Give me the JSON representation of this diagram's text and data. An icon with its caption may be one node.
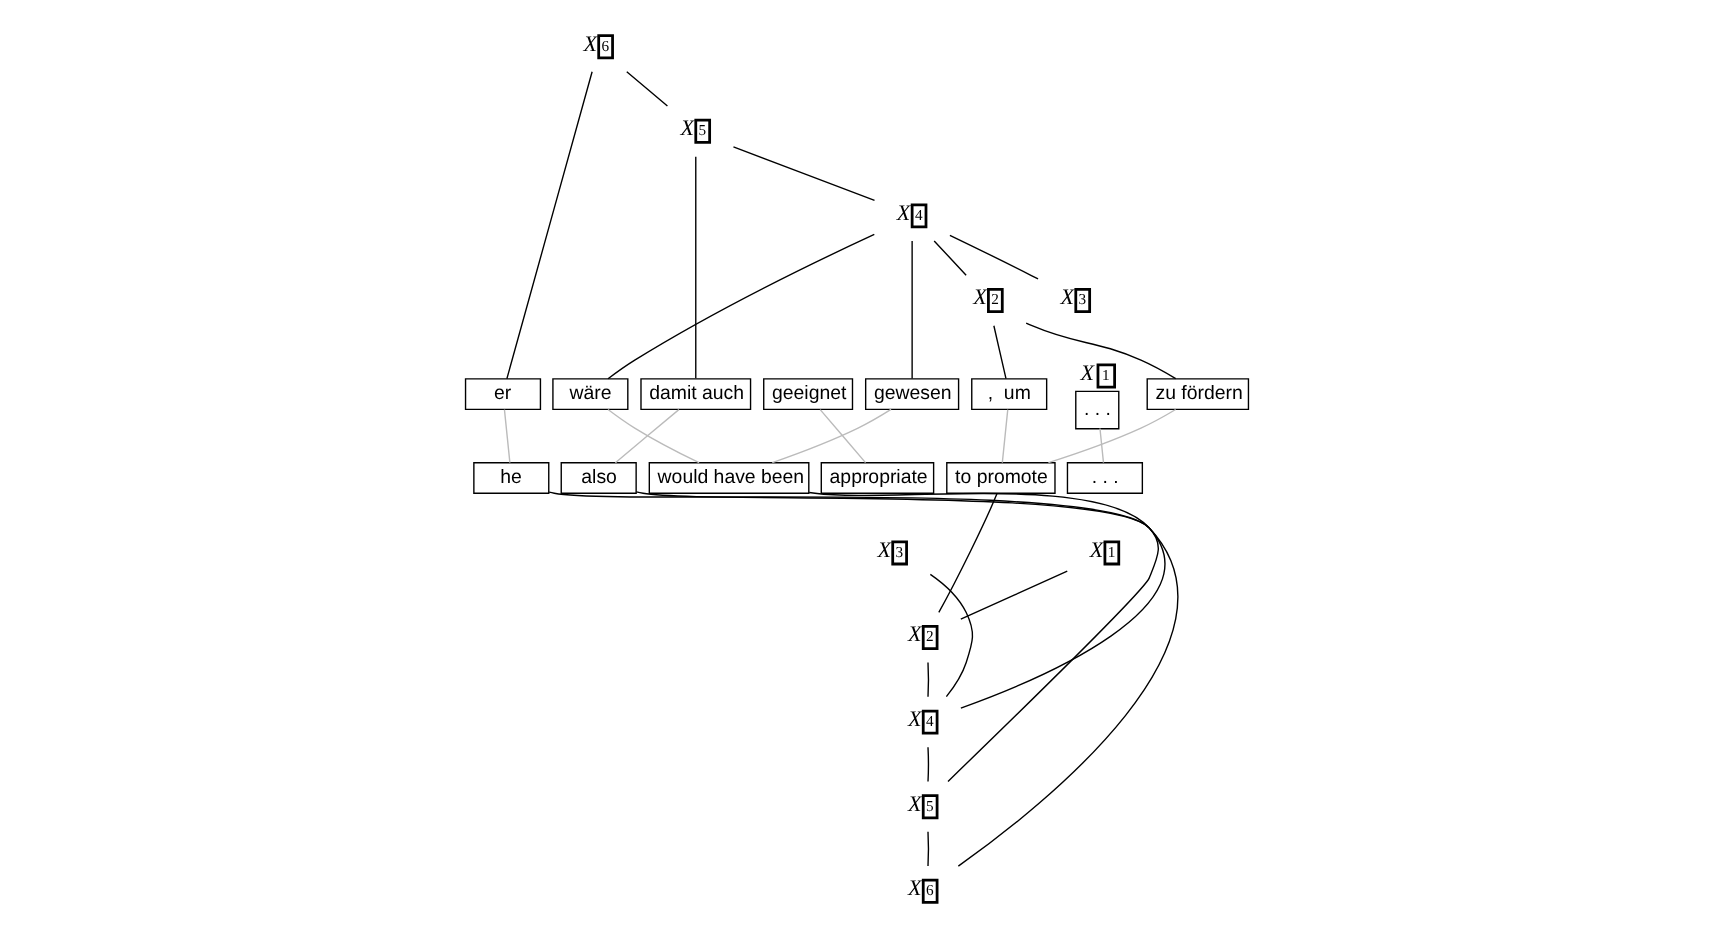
{
  "diagram": {
    "nodes": [
      {
        "text": [
          "X$_{6}$"
        ]
      },
      {
        "text": [
          "X$_{5}$"
        ]
      },
      {
        "text": [
          "X$_{4}$"
        ]
      },
      {
        "text": [
          "X$_{3}$"
        ]
      },
      {
        "text": [
          "X$_{2}$"
        ]
      },
      {
        "text": [
          "er"
        ]
      },
      {
        "text": [
          "wäre"
        ]
      },
      {
        "text": [
          "damit auch"
        ]
      },
      {
        "text": [
          "geeignet"
        ]
      },
      {
        "text": [
          "gewesen"
        ]
      },
      {
        "text": [
          ",  um"
        ]
      },
      {
        "text": [
          ". . ."
        ],
        "beside": [
          "X$_{1}$"
        ]
      },
      {
        "text": [
          "zu fördern"
        ]
      },
      {
        "text": [
          "he"
        ]
      },
      {
        "text": [
          "also"
        ]
      },
      {
        "text": [
          "would have been"
        ]
      },
      {
        "text": [
          "appropriate"
        ]
      },
      {
        "text": [
          "to promote"
        ]
      },
      {
        "text": [
          ". . ."
        ]
      },
      {
        "text": [
          "X$_{3}$"
        ]
      },
      {
        "text": [
          "X$_{1}$"
        ]
      },
      {
        "text": [
          "X$_{2}$"
        ]
      },
      {
        "text": [
          "X$_{4}$"
        ]
      },
      {
        "text": [
          "X$_{5}$"
        ]
      },
      {
        "text": [
          "X$_{6}$"
        ]
      }
    ],
    "edges": [
      {
        "from": 0,
        "to": 5,
        "arrow": "none"
      },
      {
        "from": 0,
        "to": 1,
        "arrow": "none"
      },
      {
        "from": 1,
        "to": 7,
        "arrow": "none"
      },
      {
        "from": 1,
        "to": 2,
        "arrow": "none"
      },
      {
        "from": 2,
        "to": 6,
        "arrow": "none"
      },
      {
        "from": 2,
        "to": 3,
        "arrow": "none"
      },
      {
        "from": 2,
        "to": 9,
        "arrow": "none"
      },
      {
        "from": 2,
        "to": 4,
        "arrow": "none"
      },
      {
        "from": 4,
        "to": 10,
        "arrow": "none"
      },
      {
        "from": 4,
        "to": 12,
        "arrow": "none"
      },
      {
        "from": 24,
        "to": 13,
        "arrow": "none"
      },
      {
        "from": 24,
        "to": 23,
        "arrow": "none"
      },
      {
        "from": 23,
        "to": 14,
        "arrow": "none"
      },
      {
        "from": 23,
        "to": 22,
        "arrow": "none"
      },
      {
        "from": 22,
        "to": 15,
        "arrow": "none"
      },
      {
        "from": 22,
        "to": 19,
        "arrow": "none"
      },
      {
        "from": 22,
        "to": 21,
        "arrow": "none"
      },
      {
        "from": 21,
        "to": 17,
        "arrow": "none"
      },
      {
        "from": 21,
        "to": 20,
        "arrow": "none"
      },
      {
        "from": 5,
        "to": 13,
        "arrow": "none",
        "color": "#bbbbbb"
      },
      {
        "from": 6,
        "to": 15,
        "arrow": "none",
        "color": "#bbbbbb"
      },
      {
        "from": 7,
        "to": 14,
        "arrow": "none",
        "color": "#bbbbbb"
      },
      {
        "from": 8,
        "to": 16,
        "arrow": "none",
        "color": "#bbbbbb"
      },
      {
        "from": 9,
        "to": 15,
        "arrow": "none",
        "color": "#bbbbbb"
      },
      {
        "from": 10,
        "to": 17,
        "arrow": "none",
        "color": "#bbbbbb"
      },
      {
        "from": 11,
        "to": 18,
        "arrow": "none",
        "color": "#bbbbbb"
      },
      {
        "from": 12,
        "to": 17,
        "arrow": "none",
        "color": "#bbbbbb"
      }
    ]
  }
}
